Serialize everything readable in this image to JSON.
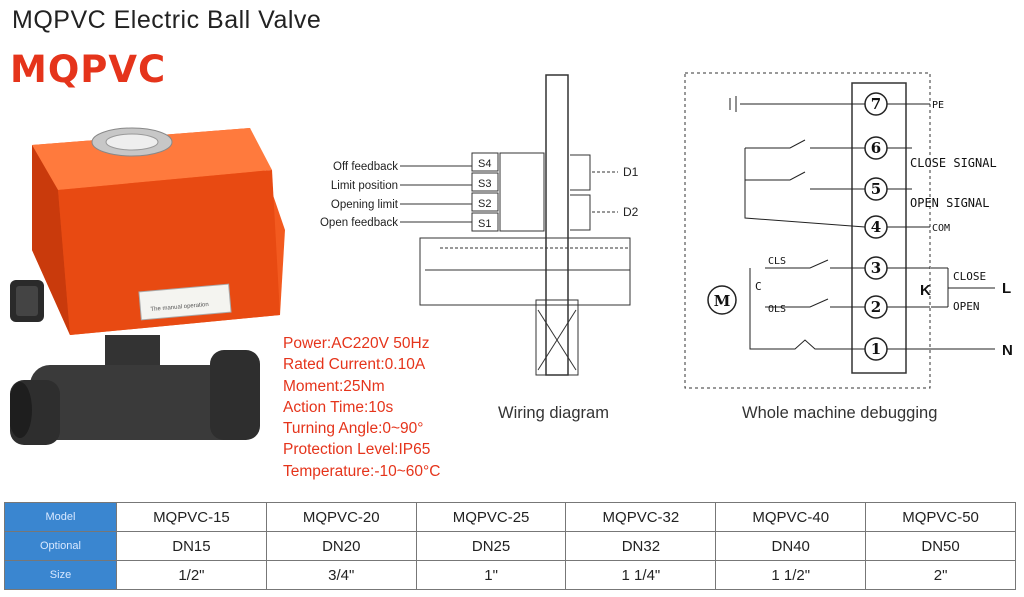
{
  "header": {
    "title": "MQPVC  Electric Ball Valve",
    "brand": "MQPVC"
  },
  "product": {
    "warning_label": "The manual operation"
  },
  "specs": [
    "Power:AC220V 50Hz",
    "Rated Current:0.10A",
    "Moment:25Nm",
    "Action Time:10s",
    "Turning Angle:0~90°",
    "Protection Level:IP65",
    "Temperature:-10~60°C"
  ],
  "wiring": {
    "caption": "Wiring diagram",
    "labels": [
      "Off feedback",
      "Limit position",
      "Opening limit",
      "Open feedback"
    ],
    "switches": [
      "S4",
      "S3",
      "S2",
      "S1"
    ],
    "cams": [
      "D1",
      "D2"
    ]
  },
  "debug": {
    "caption": "Whole machine debugging",
    "terminals": [
      "7",
      "6",
      "5",
      "4",
      "3",
      "2",
      "1"
    ],
    "pe": "PE",
    "close_signal": "CLOSE SIGNAL",
    "open_signal": "OPEN SIGNAL",
    "com": "COM",
    "cls": "CLS",
    "ols": "OLS",
    "c": "C",
    "k": "K",
    "close": "CLOSE",
    "open": "OPEN",
    "l": "L",
    "n": "N",
    "m": "M"
  },
  "table": {
    "rows": [
      {
        "head": "Model",
        "cells": [
          "MQPVC-15",
          "MQPVC-20",
          "MQPVC-25",
          "MQPVC-32",
          "MQPVC-40",
          "MQPVC-50"
        ]
      },
      {
        "head": "Optional",
        "cells": [
          "DN15",
          "DN20",
          "DN25",
          "DN32",
          "DN40",
          "DN50"
        ]
      },
      {
        "head": "Size",
        "cells": [
          "1/2\"",
          "3/4\"",
          "1\"",
          "1 1/4\"",
          "1 1/2\"",
          "2\""
        ]
      }
    ]
  }
}
